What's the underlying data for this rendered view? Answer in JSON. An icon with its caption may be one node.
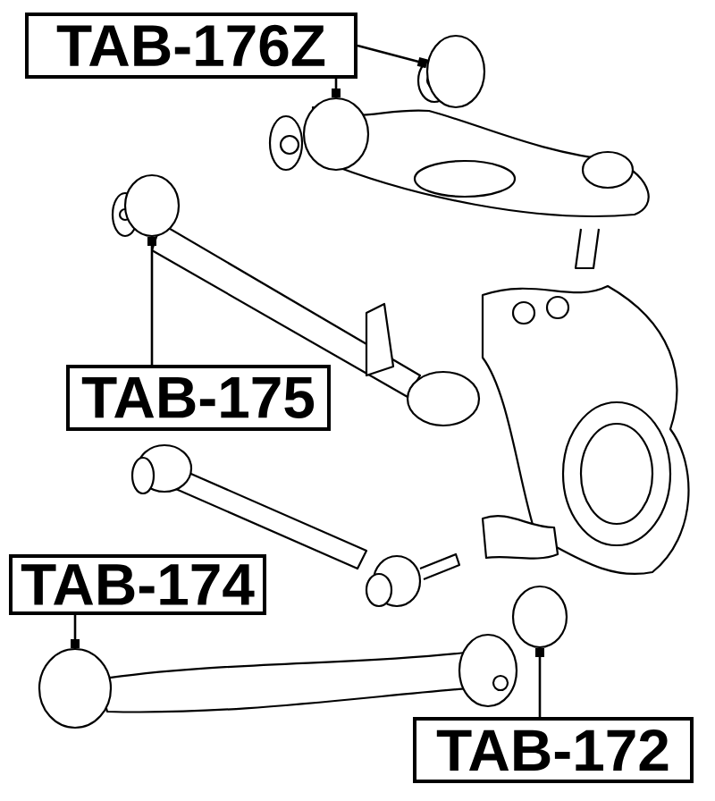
{
  "diagram": {
    "nodes": [
      {
        "text": [
          "TAB-176Z"
        ]
      },
      {
        "text": [
          "TAB-175"
        ]
      },
      {
        "text": [
          "TAB-174"
        ]
      },
      {
        "text": [
          "TAB-172"
        ]
      },
      {
        "text": [],
        "shape": "circle"
      },
      {
        "text": [],
        "shape": "circle"
      },
      {
        "text": [],
        "shape": "circle"
      },
      {
        "text": [],
        "shape": "circle"
      },
      {
        "text": [],
        "shape": "circle"
      }
    ],
    "edges": [
      {
        "from": 0,
        "to": 4,
        "arrow": "other"
      },
      {
        "from": 0,
        "to": 5,
        "arrow": "other"
      },
      {
        "from": 1,
        "to": 6,
        "arrow": "other"
      },
      {
        "from": 2,
        "to": 7,
        "arrow": "other"
      },
      {
        "from": 3,
        "to": 8,
        "arrow": "other"
      }
    ]
  }
}
